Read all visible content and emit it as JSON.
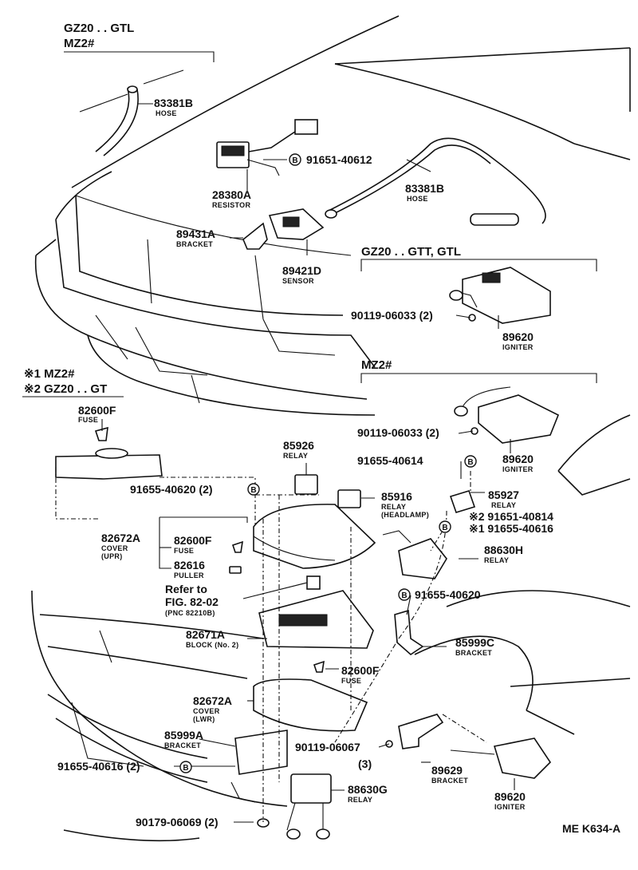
{
  "header": {
    "group1_line1": "GZ20 . . GTL",
    "group1_line2": "MZ2#",
    "group2": "GZ20 . . GTT, GTL",
    "group3": "MZ2#",
    "note1": "※1 MZ2#",
    "note2": "※2 GZ20 . . GT"
  },
  "parts": {
    "p83381B_a": {
      "num": "83381B",
      "name": "HOSE"
    },
    "p91651_40612": {
      "num": "91651-40612"
    },
    "p83381B_b": {
      "num": "83381B",
      "name": "HOSE"
    },
    "p28380A": {
      "num": "28380A",
      "name": "RESISTOR"
    },
    "p89431A": {
      "num": "89431A",
      "name": "BRACKET"
    },
    "p89421D": {
      "num": "89421D",
      "name": "SENSOR"
    },
    "p90119_06033_a": {
      "num": "90119-06033 (2)"
    },
    "p89620_a": {
      "num": "89620",
      "name": "IGNITER"
    },
    "p82600F_a": {
      "num": "82600F",
      "name": "FUSE"
    },
    "p90119_06033_b": {
      "num": "90119-06033 (2)"
    },
    "p89620_b": {
      "num": "89620",
      "name": "IGNITER"
    },
    "p85926": {
      "num": "85926",
      "name": "RELAY"
    },
    "p91655_40614": {
      "num": "91655-40614"
    },
    "p91655_40620_a": {
      "num": "91655-40620 (2)"
    },
    "p85916": {
      "num": "85916",
      "name": "RELAY",
      "name2": "(HEADLAMP)"
    },
    "p85927": {
      "num": "85927",
      "name": "RELAY"
    },
    "p91651_40814": {
      "num": "※2 91651-40814"
    },
    "p91655_40616_a": {
      "num": "※1 91655-40616"
    },
    "p82672A_a": {
      "num": "82672A",
      "name": "COVER",
      "name2": "(UPR)"
    },
    "p82600F_b": {
      "num": "82600F",
      "name": "FUSE"
    },
    "p82616": {
      "num": "82616",
      "name": "PULLER"
    },
    "p88630H": {
      "num": "88630H",
      "name": "RELAY"
    },
    "refer": {
      "line1": "Refer to",
      "line2": "FIG. 82-02",
      "line3": "(PNC 82210B)"
    },
    "p91655_40620_b": {
      "num": "91655-40620"
    },
    "p82671A": {
      "num": "82671A",
      "name": "BLOCK (No. 2)"
    },
    "p85999C": {
      "num": "85999C",
      "name": "BRACKET"
    },
    "p82600F_c": {
      "num": "82600F",
      "name": "FUSE"
    },
    "p82672A_b": {
      "num": "82672A",
      "name": "COVER",
      "name2": "(LWR)"
    },
    "p85999A": {
      "num": "85999A",
      "name": "BRACKET"
    },
    "p90119_06067": {
      "num": "90119-06067"
    },
    "p90119_06067_qty": {
      "num": "(3)"
    },
    "p91655_40616_b": {
      "num": "91655-40616 (2)"
    },
    "p89629": {
      "num": "89629",
      "name": "BRACKET"
    },
    "p88630G": {
      "num": "88630G",
      "name": "RELAY"
    },
    "p89620_c": {
      "num": "89620",
      "name": "IGNITER"
    },
    "p90179_06069": {
      "num": "90179-06069 (2)"
    }
  },
  "bolt_symbol": "B",
  "footer_code": "ME K634-A"
}
